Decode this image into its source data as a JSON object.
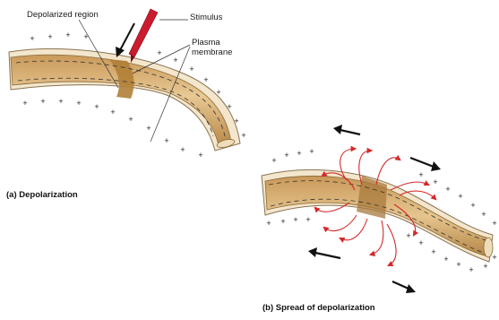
{
  "panel_a": {
    "caption": "(a) Depolarization",
    "labels": {
      "depolarized_region": "Depolarized region",
      "stimulus": "Stimulus",
      "plasma_membrane_line1": "Plasma",
      "plasma_membrane_line2": "membrane"
    }
  },
  "panel_b": {
    "caption": "(b) Spread of depolarization"
  },
  "charges": {
    "positive": "+",
    "negative": "–"
  },
  "colors": {
    "axon_fill": "#dcb47a",
    "axon_dark": "#a87a3c",
    "depolarized_zone": "#b08036",
    "membrane": "#f3e6cc",
    "stimulus": "#cc1a2e",
    "current_arrows": "#d42a2a",
    "direction_arrows": "#111111"
  }
}
